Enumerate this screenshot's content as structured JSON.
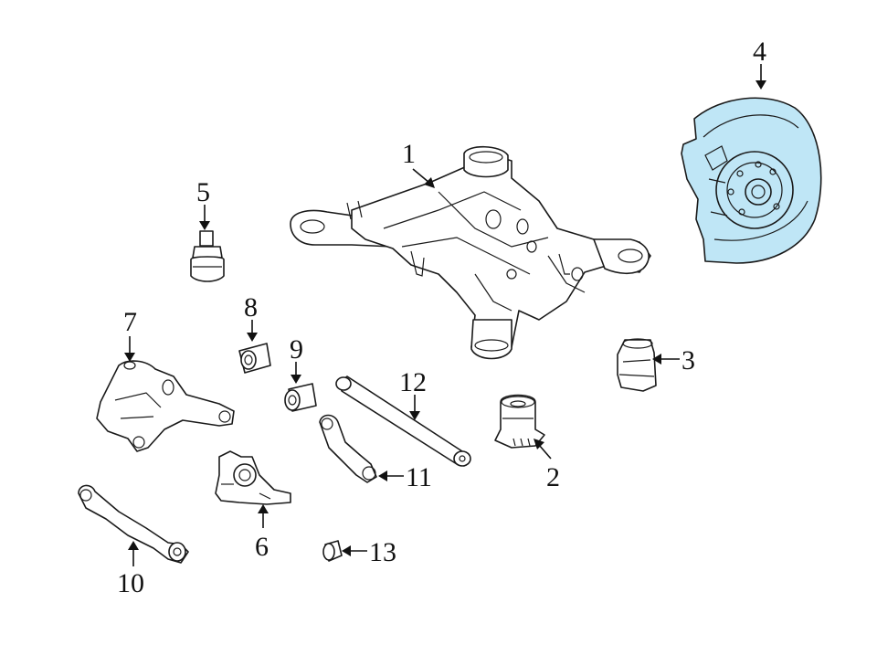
{
  "highlight_color": "#bfe6f6",
  "line_color": "#1a1a1a",
  "callouts": {
    "c1": "1",
    "c2": "2",
    "c3": "3",
    "c4": "4",
    "c5": "5",
    "c6": "6",
    "c7": "7",
    "c8": "8",
    "c9": "9",
    "c10": "10",
    "c11": "11",
    "c12": "12",
    "c13": "13"
  }
}
